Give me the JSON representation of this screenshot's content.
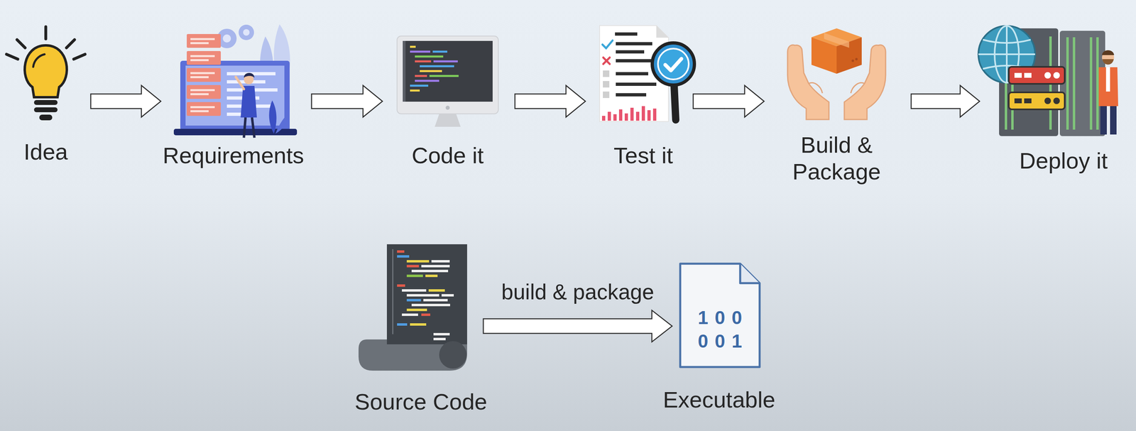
{
  "diagram": {
    "nodes": [
      {
        "text": [
          "Idea"
        ]
      },
      {
        "text": [
          "Requirements"
        ]
      },
      {
        "text": [
          "Code it"
        ]
      },
      {
        "text": [
          "Test it"
        ]
      },
      {
        "text": [
          "Build & Package"
        ]
      },
      {
        "text": [
          "Deploy it"
        ]
      },
      {
        "text": [
          "Source Code"
        ]
      },
      {
        "text": [
          "100 001",
          "Executable"
        ]
      }
    ],
    "edges": [
      {
        "from": 0,
        "to": 1,
        "arrow": "to"
      },
      {
        "from": 1,
        "to": 2,
        "arrow": "to"
      },
      {
        "from": 2,
        "to": 3,
        "arrow": "to"
      },
      {
        "from": 3,
        "to": 4,
        "arrow": "to"
      },
      {
        "from": 4,
        "to": 5,
        "arrow": "to"
      },
      {
        "from": 6,
        "to": 7,
        "label": "build & package",
        "arrow": "to"
      }
    ]
  }
}
